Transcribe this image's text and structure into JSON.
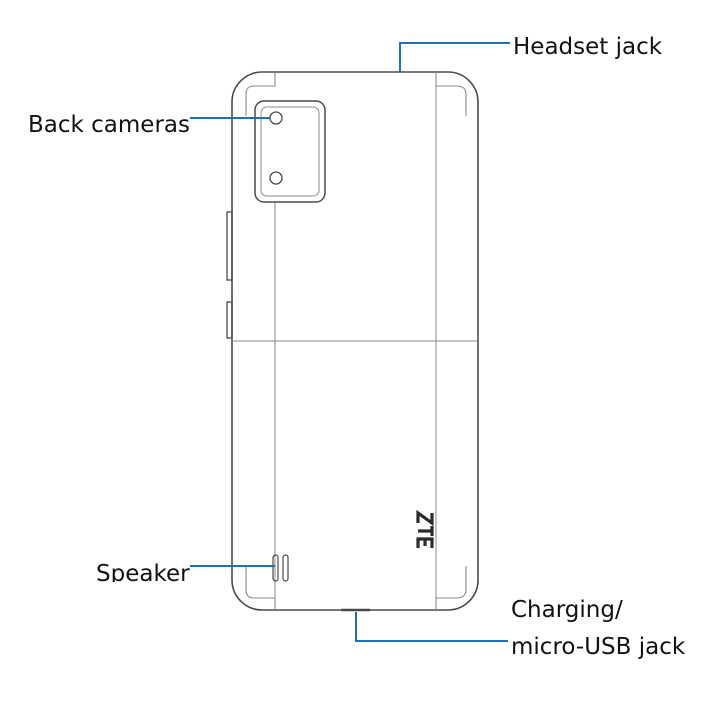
{
  "diagram": {
    "brand_logo": "ZTE",
    "colors": {
      "outline": "#4a4a4a",
      "thin_line": "#8a8a8a",
      "callout": "#1f6fb5",
      "text": "#111111",
      "background": "#ffffff"
    },
    "callouts": {
      "headset_jack": "Headset jack",
      "back_cameras": "Back cameras",
      "speaker": "Speaker",
      "charging_line1": "Charging/",
      "charging_line2": "micro-USB jack"
    }
  }
}
